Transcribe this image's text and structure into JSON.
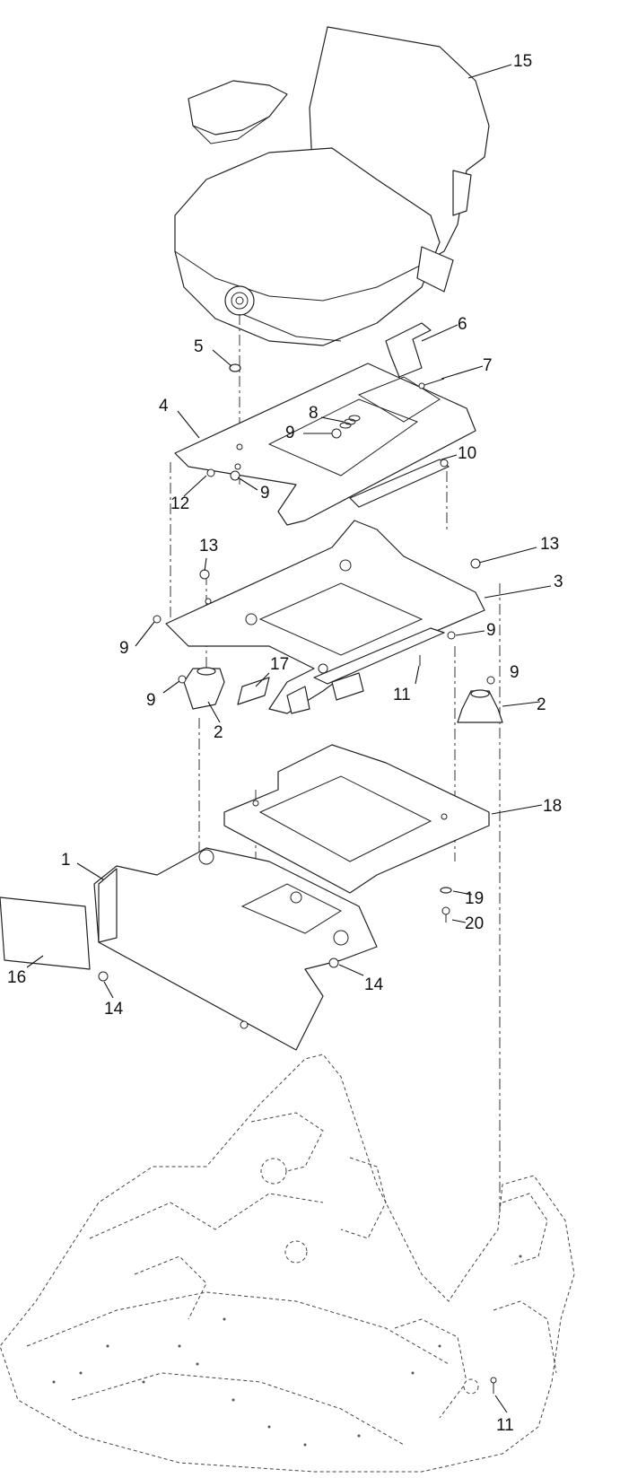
{
  "diagram": {
    "callouts": {
      "c1": "1",
      "c2a": "2",
      "c2b": "2",
      "c3": "3",
      "c4": "4",
      "c5": "5",
      "c6": "6",
      "c7": "7",
      "c8": "8",
      "c9a": "9",
      "c9b": "9",
      "c9c": "9",
      "c9d": "9",
      "c9e": "9",
      "c9f": "9",
      "c10": "10",
      "c11a": "11",
      "c11b": "11",
      "c12": "12",
      "c13a": "13",
      "c13b": "13",
      "c14a": "14",
      "c14b": "14",
      "c15": "15",
      "c16": "16",
      "c17": "17",
      "c18": "18",
      "c19": "19",
      "c20": "20"
    }
  }
}
